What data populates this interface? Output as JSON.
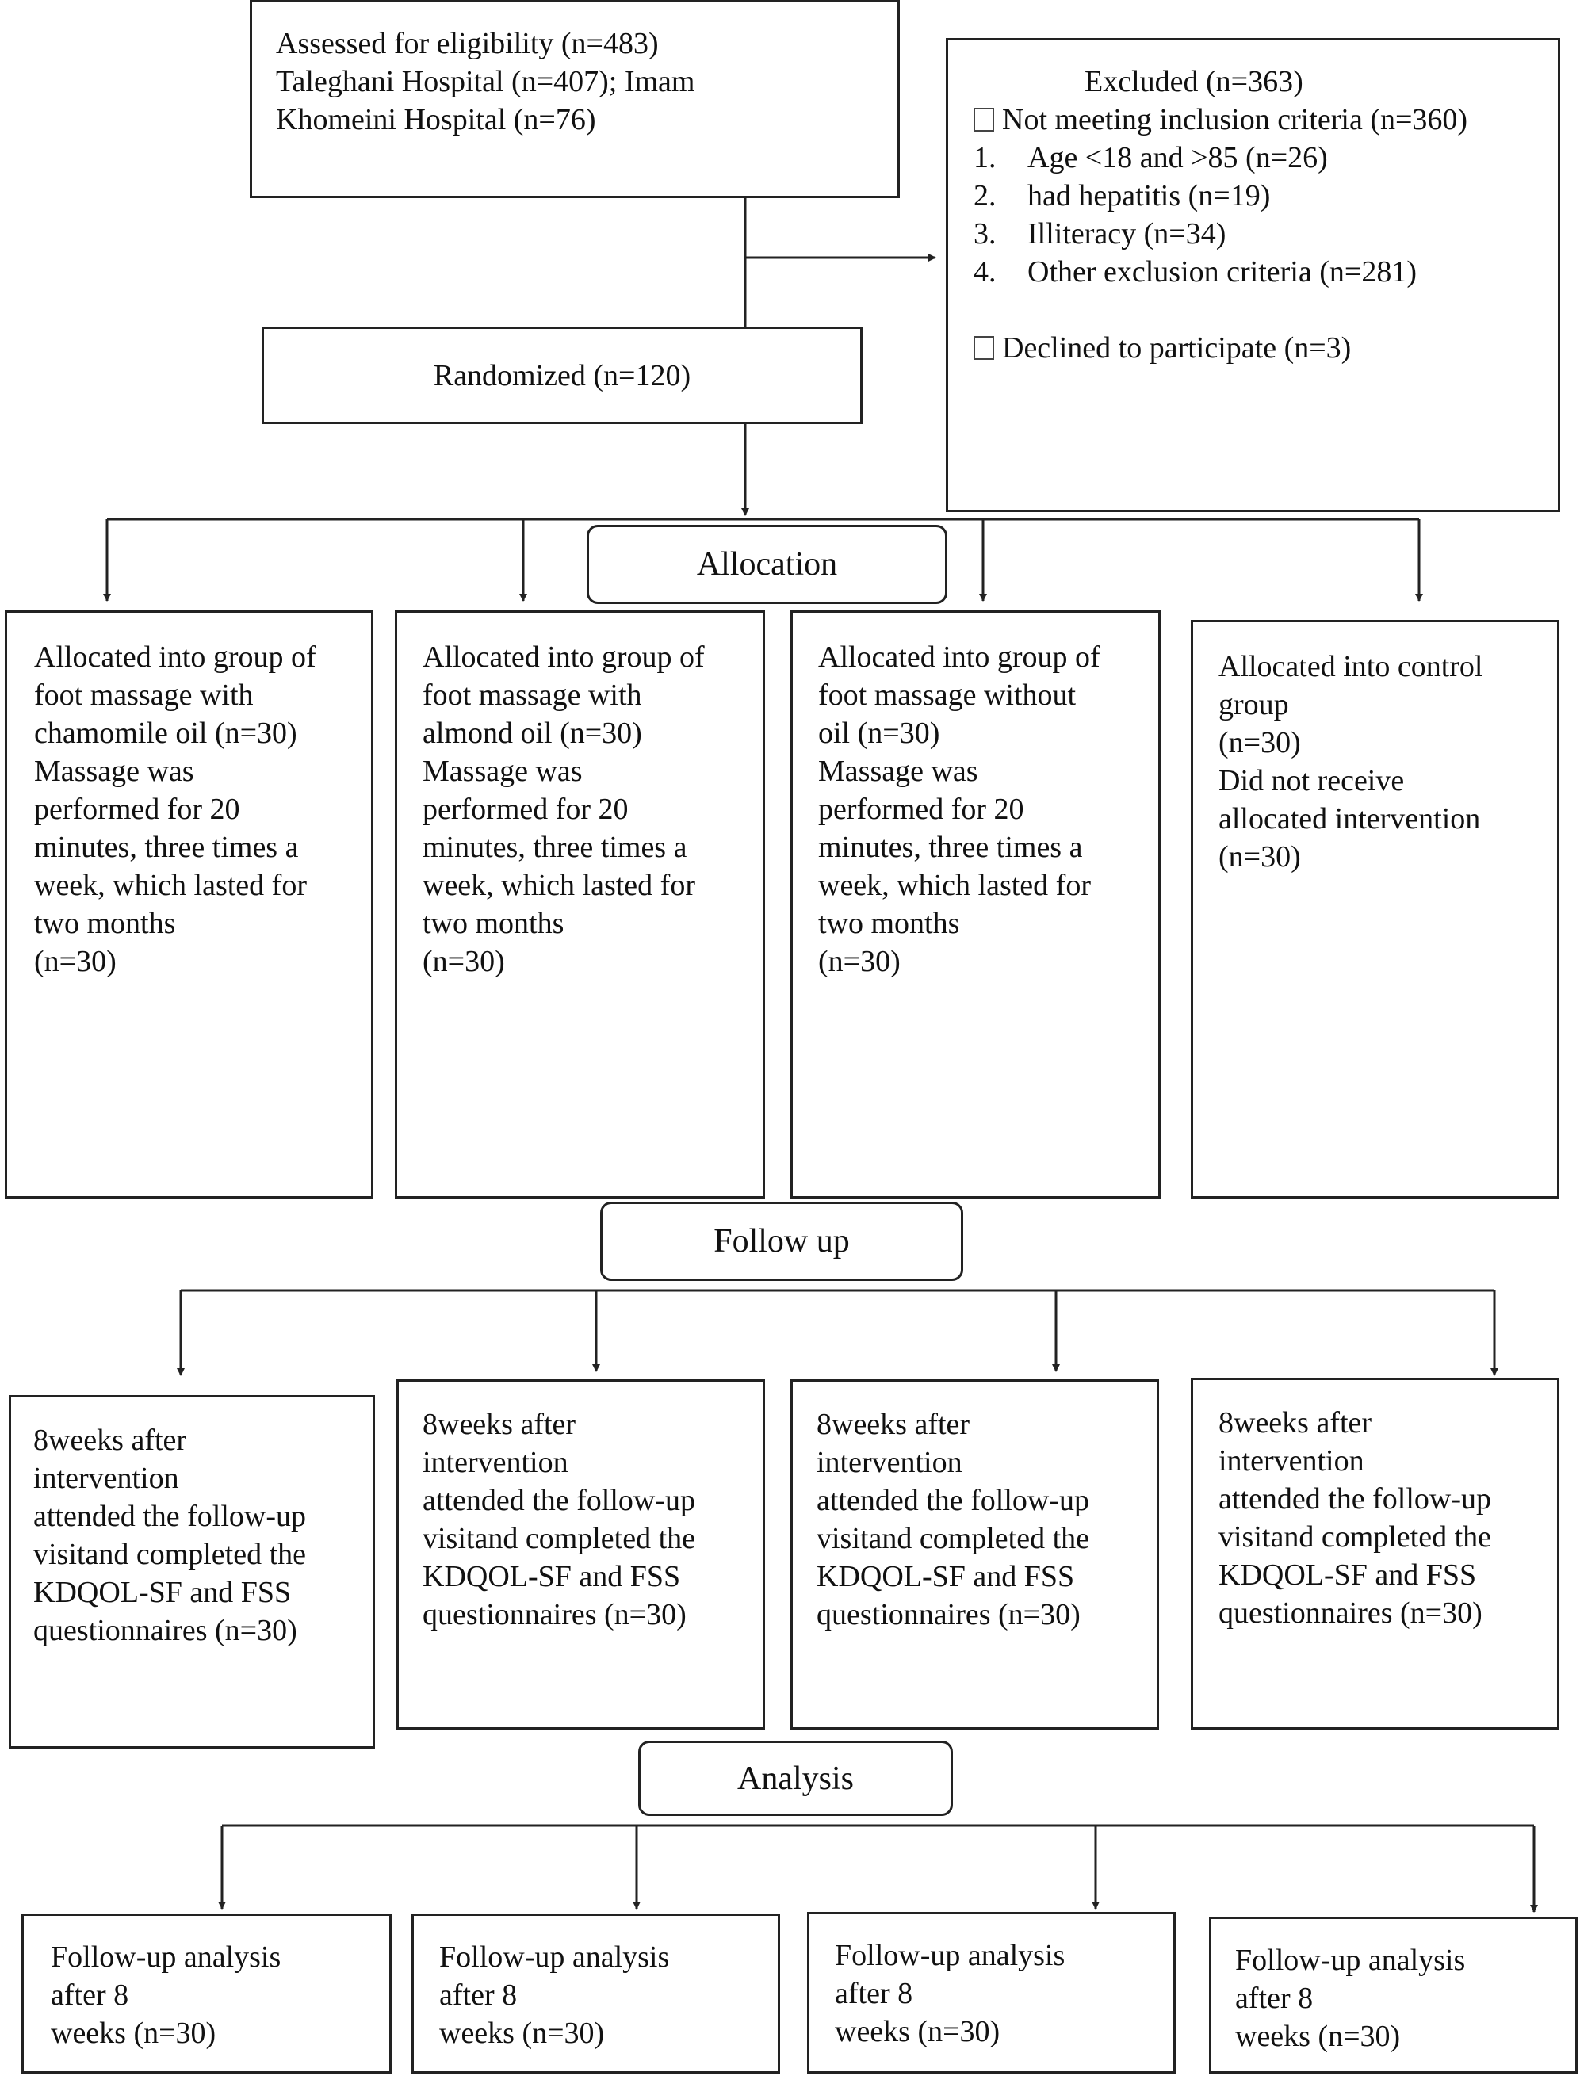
{
  "assessed": {
    "lines": [
      "Assessed for eligibility (n=483)",
      "Taleghani Hospital (n=407); Imam",
      "Khomeini Hospital (n=76)"
    ]
  },
  "excluded": {
    "title": "Excluded (n=363)",
    "not_meeting": "Not meeting inclusion criteria (n=360)",
    "criteria": [
      {
        "num": "1.",
        "text": "Age <18 and >85 (n=26)"
      },
      {
        "num": "2.",
        "text": "had hepatitis (n=19)"
      },
      {
        "num": "3.",
        "text": "Illiteracy (n=34)"
      },
      {
        "num": "4.",
        "text": "Other exclusion criteria (n=281)"
      }
    ],
    "declined": "Declined to participate (n=3)"
  },
  "randomized": "Randomized (n=120)",
  "stages": {
    "allocation": "Allocation",
    "follow_up": "Follow up",
    "analysis": "Analysis"
  },
  "allocation_groups": [
    {
      "lines": [
        "Allocated into group of",
        "foot massage with",
        "chamomile oil (n=30)",
        "Massage was",
        "performed for 20",
        "minutes, three times a",
        "week, which lasted for",
        "two months",
        "(n=30)"
      ]
    },
    {
      "lines": [
        "Allocated into group of",
        "foot massage with",
        "almond oil (n=30)",
        "Massage was",
        "performed for 20",
        "minutes, three times a",
        "week, which lasted for",
        "two months",
        "(n=30)"
      ]
    },
    {
      "lines": [
        "Allocated into group of",
        "foot massage without",
        "oil (n=30)",
        "Massage was",
        "performed for 20",
        "minutes, three times a",
        "week, which lasted for",
        "two months",
        "(n=30)"
      ]
    },
    {
      "lines": [
        "Allocated into control",
        "group",
        "(n=30)",
        "Did not receive",
        "allocated intervention",
        "(n=30)"
      ]
    }
  ],
  "followup_groups": [
    {
      "lines": [
        "8weeks after",
        "intervention",
        "attended the follow-up",
        "visitand completed the",
        "KDQOL-SF and FSS",
        "questionnaires (n=30)"
      ]
    },
    {
      "lines": [
        "8weeks after",
        "intervention",
        "attended the follow-up",
        "visitand completed the",
        "KDQOL-SF and FSS",
        "questionnaires (n=30)"
      ]
    },
    {
      "lines": [
        "8weeks after",
        "intervention",
        "attended the follow-up",
        "visitand completed the",
        "KDQOL-SF and FSS",
        "questionnaires (n=30)"
      ]
    },
    {
      "lines": [
        "8weeks after",
        "intervention",
        "attended the follow-up",
        "visitand completed the",
        "KDQOL-SF and FSS",
        "questionnaires (n=30)"
      ]
    }
  ],
  "analysis_groups": [
    {
      "lines": [
        "Follow-up analysis",
        "after 8",
        "weeks (n=30)"
      ]
    },
    {
      "lines": [
        "Follow-up analysis",
        "after 8",
        "weeks (n=30)"
      ]
    },
    {
      "lines": [
        "Follow-up analysis",
        "after 8",
        "weeks (n=30)"
      ]
    },
    {
      "lines": [
        "Follow-up analysis",
        "after 8",
        "weeks (n=30)"
      ]
    }
  ]
}
